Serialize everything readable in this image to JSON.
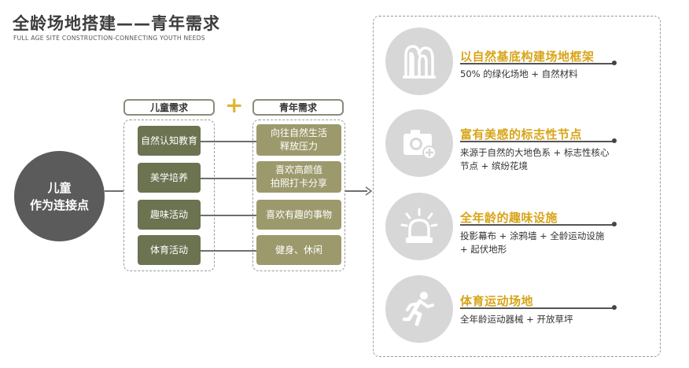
{
  "header": {
    "title": "全龄场地搭建——青年需求",
    "subtitle": "Full age site construction-Connecting youth needs"
  },
  "center": {
    "line1": "儿童",
    "line2": "作为连接点"
  },
  "columns": {
    "children_header": "儿童需求",
    "plus": "+",
    "youth_header": "青年需求"
  },
  "children_needs": [
    "自然认知教育",
    "美学培养",
    "趣味活动",
    "体育活动"
  ],
  "youth_needs": [
    {
      "line1": "向往自然生活",
      "line2": "释放压力"
    },
    {
      "line1": "喜欢高颜值",
      "line2": "拍照打卡分享"
    },
    {
      "line1": "喜欢有趣的事物",
      "line2": ""
    },
    {
      "line1": "健身、休闲",
      "line2": ""
    }
  ],
  "features": [
    {
      "icon": "mountain-arch-icon",
      "title": "以自然基底构建场地框架",
      "desc1": "50% 的绿化场地 + 自然材料",
      "desc2": ""
    },
    {
      "icon": "camera-add-icon",
      "title": "富有美感的标志性节点",
      "desc1": "来源于自然的大地色系 + 标志性核心",
      "desc2": "节点 + 缤纷花境"
    },
    {
      "icon": "alarm-light-icon",
      "title": "全年龄的趣味设施",
      "desc1": "投影幕布 + 涂鸦墙 + 全龄运动设施",
      "desc2": "+ 起伏地形"
    },
    {
      "icon": "running-person-icon",
      "title": "体育运动场地",
      "desc1": "全年龄运动器械 + 开放草坪",
      "desc2": ""
    }
  ],
  "colors": {
    "accent": "#d8a418",
    "item_dark": "#6b7350",
    "item_light": "#9c9a6c",
    "center_circle": "#5b5b5b",
    "icon_bg": "#d7d7d7"
  }
}
